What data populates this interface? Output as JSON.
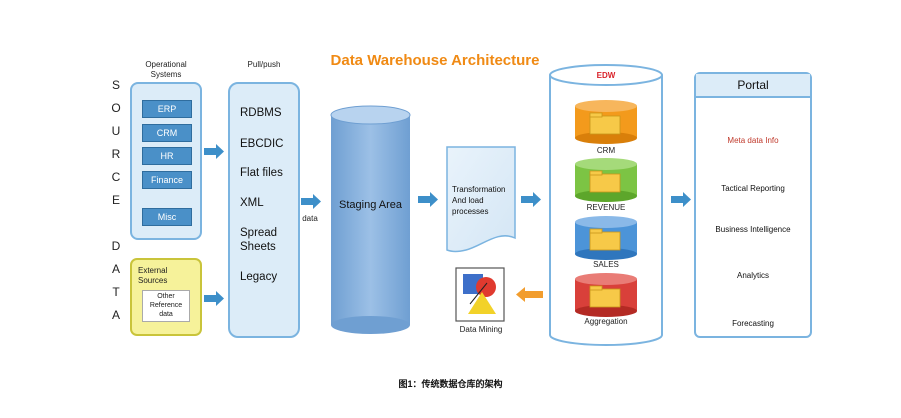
{
  "title": "Data Warehouse Architecture",
  "source_data_letters": [
    "S",
    "O",
    "U",
    "R",
    "C",
    "E",
    "D",
    "A",
    "T",
    "A"
  ],
  "operational": {
    "header": [
      "Operational",
      "Systems"
    ],
    "systems": [
      "ERP",
      "CRM",
      "HR",
      "Finance",
      "Misc"
    ]
  },
  "external": {
    "label": [
      "External",
      "Sources"
    ],
    "reference": [
      "Other",
      "Reference",
      "data"
    ]
  },
  "pullpush": {
    "header": "Pull/push",
    "items": [
      "RDBMS",
      "EBCDIC",
      "Flat files",
      "XML",
      "Spread",
      "Sheets",
      "Legacy"
    ]
  },
  "data_label": "data",
  "staging": {
    "label": "Staging Area"
  },
  "transformation": {
    "lines": [
      "Transformation",
      "And load",
      "processes"
    ]
  },
  "data_mining": {
    "label": "Data  Mining"
  },
  "edw": {
    "label": "EDW",
    "marts": [
      {
        "label": "CRM",
        "color": "#f39a1c"
      },
      {
        "label": "REVENUE",
        "color": "#7cc444"
      },
      {
        "label": "SALES",
        "color": "#4c94d8"
      },
      {
        "label": "Aggregation",
        "color": "#d9403a"
      }
    ]
  },
  "portal": {
    "title": "Portal",
    "items": [
      {
        "label": "Meta data Info",
        "icon": "runner-icon",
        "color": "#c0392b"
      },
      {
        "label": "Tactical Reporting",
        "icon": "people-group-icon",
        "color": "#111111"
      },
      {
        "label": "Business  Intelligence",
        "icon": "bar-chart-icon",
        "color": "#111111"
      },
      {
        "label": "Analytics",
        "icon": "cubes-icon",
        "color": "#111111"
      },
      {
        "label": "Forecasting",
        "icon": "forecasting-icon",
        "color": "#111111"
      }
    ]
  },
  "caption": "图1：传统数据仓库的架构",
  "colors": {
    "arrow_blue": "#3d8fc9",
    "arrow_orange": "#f29d2e",
    "title_orange": "#f08a14",
    "edw_red": "#d9222a",
    "staging_blue": "#86b0dc"
  }
}
